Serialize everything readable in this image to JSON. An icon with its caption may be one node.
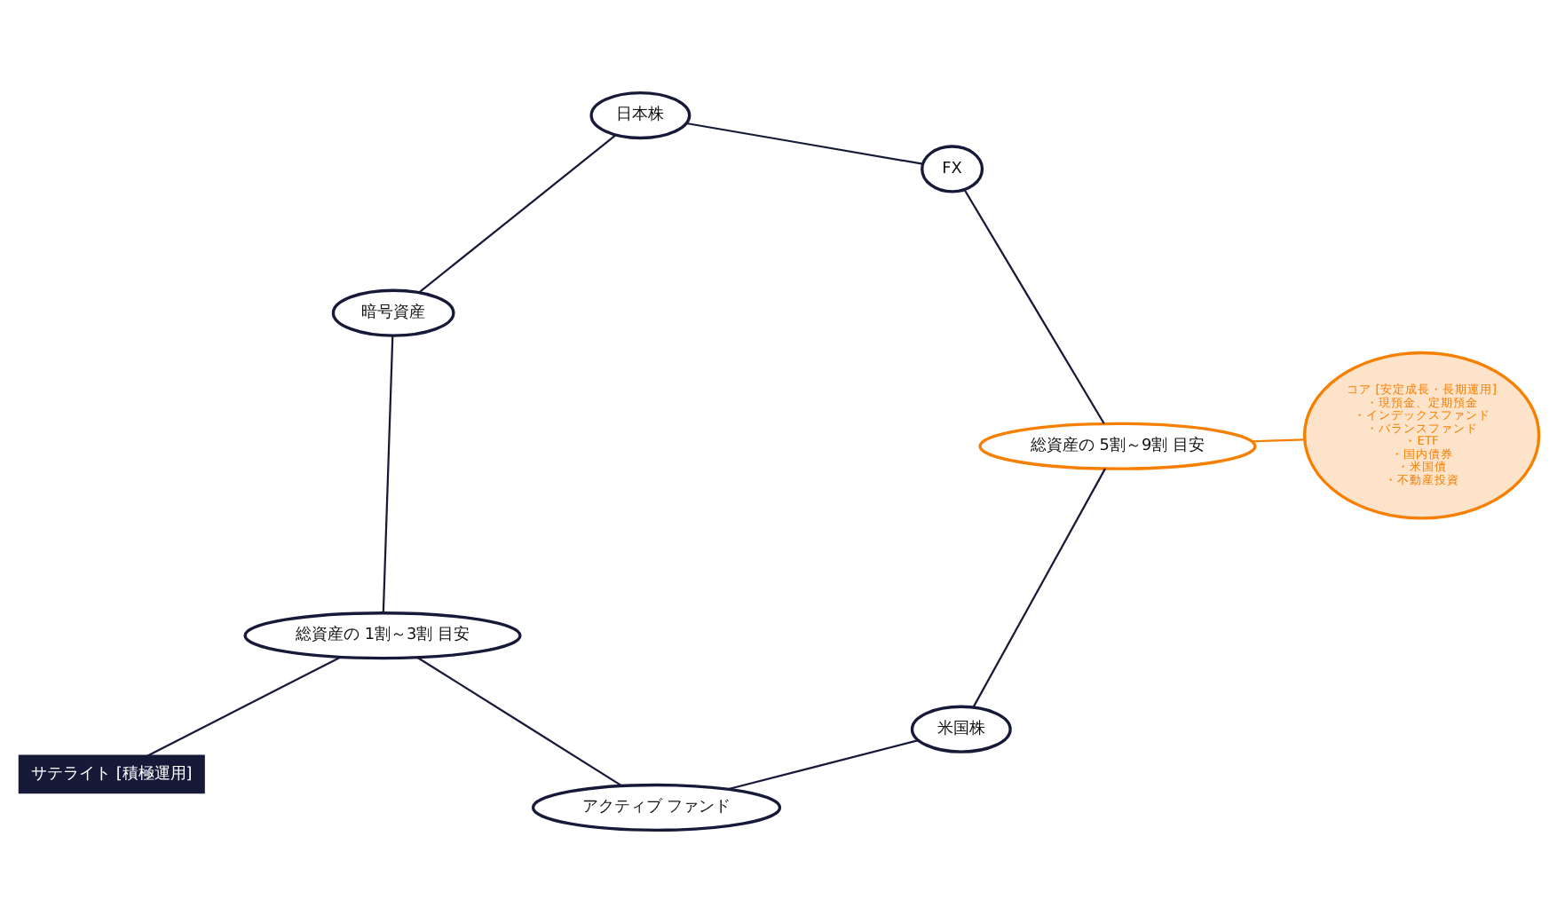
{
  "diagram": {
    "nodes": [
      {
        "text": [
          "サテライト [積極運用]"
        ]
      },
      {
        "text": [
          "日本株"
        ]
      },
      {
        "text": [
          "FX"
        ]
      },
      {
        "text": [
          "暗号資産"
        ]
      },
      {
        "text": [
          "コア [安定成長・長期運用]",
          "・現預金、定期預金",
          "・インデックスファンド",
          "・バランスファンド",
          "・ETF",
          "・国内債券",
          "・米国債",
          "・不動産投資"
        ]
      },
      {
        "text": [
          "総資産の 5割～9割 目安"
        ]
      },
      {
        "text": [
          "総資産の 1割～3割 目安"
        ]
      },
      {
        "text": [
          "米国株"
        ]
      },
      {
        "text": [
          "アクティブ ファンド"
        ]
      }
    ],
    "edges": [
      {
        "from": 1,
        "to": 3,
        "arrow": "none"
      },
      {
        "from": 3,
        "to": 6,
        "arrow": "none"
      },
      {
        "from": 6,
        "to": 8,
        "arrow": "none"
      },
      {
        "from": 8,
        "to": 7,
        "arrow": "none"
      },
      {
        "from": 7,
        "to": 5,
        "arrow": "none"
      },
      {
        "from": 5,
        "to": 2,
        "arrow": "none"
      },
      {
        "from": 2,
        "to": 1,
        "arrow": "none"
      },
      {
        "from": 5,
        "to": 4,
        "arrow": "none",
        "color": "#f77f00"
      },
      {
        "from": 6,
        "to": 0,
        "arrow": "none"
      }
    ]
  }
}
